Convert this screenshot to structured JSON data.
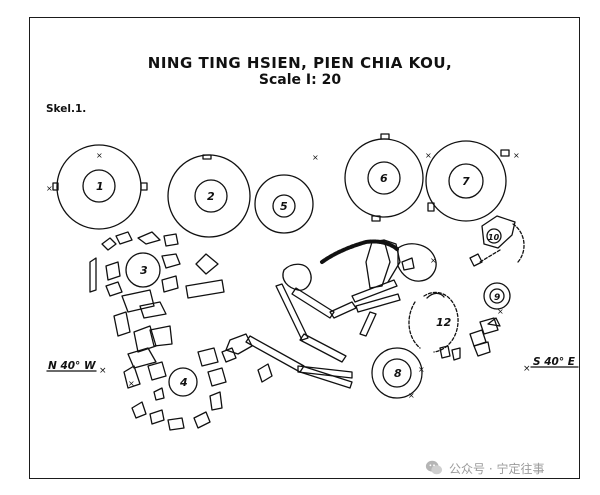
{
  "title": {
    "line1": "NING TING HSIEN, PIEN CHIA KOU,",
    "line2": "Scale I: 20"
  },
  "labels": {
    "skeleton": "Skel.1.",
    "orientation_left": "N 40° W",
    "orientation_right": "S 40° E"
  },
  "vessel_numbers": [
    "1",
    "2",
    "5",
    "6",
    "7",
    "3",
    "4",
    "8",
    "9",
    "10",
    "12"
  ],
  "watermark": {
    "text": "公众号 · 宁定往事",
    "icon": "wechat-icon"
  },
  "colors": {
    "ink": "#111111",
    "background": "#ffffff",
    "watermark": "#9b9b9b"
  }
}
